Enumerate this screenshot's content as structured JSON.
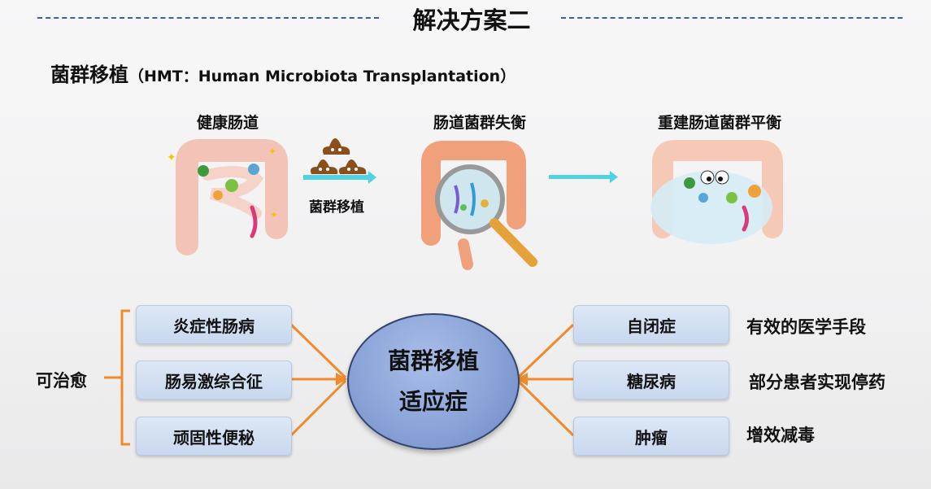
{
  "header": {
    "title": "解决方案二",
    "subtitle_main": "菌群移植",
    "subtitle_paren": "（HMT：Human Microbiota Transplantation）"
  },
  "stages": {
    "healthy": "健康肠道",
    "imbalance": "肠道菌群失衡",
    "rebuild": "重建肠道菌群平衡",
    "transplant_arrow_label": "菌群移植"
  },
  "center": {
    "line1": "菌群移植",
    "line2": "适应症"
  },
  "left": {
    "group_label": "可治愈",
    "items": [
      "炎症性肠病",
      "肠易激综合征",
      "顽固性便秘"
    ]
  },
  "right": {
    "items": [
      "自闭症",
      "糖尿病",
      "肿瘤"
    ],
    "effects": [
      "有效的医学手段",
      "部分患者实现停药",
      "增效减毒"
    ]
  },
  "colors": {
    "connector": "#f08a2b",
    "arrow": "#4fd3e0",
    "center_fill": "#8aa4d8",
    "box_fill": "#d4e1f3"
  },
  "icons": [
    "healthy-gut-illustration",
    "poop-icon",
    "imbalanced-gut-magnifier-illustration",
    "rebalanced-gut-illustration"
  ]
}
